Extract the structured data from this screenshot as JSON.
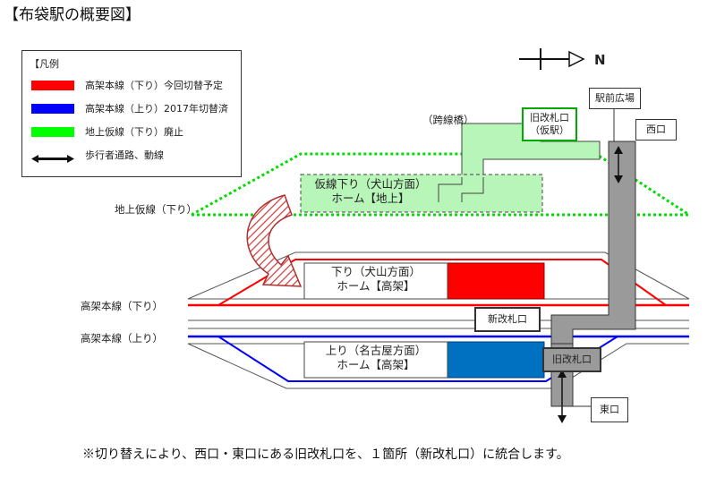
{
  "title": "【布袋駅の概要図】",
  "legend": {
    "heading": "【凡例",
    "items": [
      {
        "label": "高架本線（下り）今回切替予定",
        "color": "#ff0000"
      },
      {
        "label": "高架本線（上り）2017年切替済",
        "color": "#0000ff"
      },
      {
        "label": "地上仮線（下り）廃止",
        "color": "#00ff00"
      },
      {
        "label": "歩行者通路、動線",
        "color": "#333333"
      }
    ]
  },
  "compass": {
    "letter": "N"
  },
  "labels": {
    "overpass": "（跨線橋）",
    "ground_line": "地上仮線（下り）",
    "elevated_down": "高架本線（下り）",
    "elevated_up": "高架本線（上り）"
  },
  "boxes": {
    "old_gate_west": "旧改札口\n（仮駅）",
    "station_plaza": "駅前広場",
    "west_exit": "西口",
    "new_gate": "新改札口",
    "old_gate_east": "旧改札口",
    "east_exit": "東口"
  },
  "platforms": {
    "temp_down": "仮線下り（犬山方面）\nホーム【地上】",
    "down": "下り（犬山方面）\nホーム【高架】",
    "up": "上り（名古屋方面）\nホーム【高架】"
  },
  "colors": {
    "red": "#ff0000",
    "blue": "#0070c0",
    "blue_line": "#0000ff",
    "green": "#00dd00",
    "green_fill": "#b8f5b8",
    "gray": "#9a9a9a"
  },
  "note": "※切り替えにより、西口・東口にある旧改札口を、１箇所（新改札口）に統合します。"
}
